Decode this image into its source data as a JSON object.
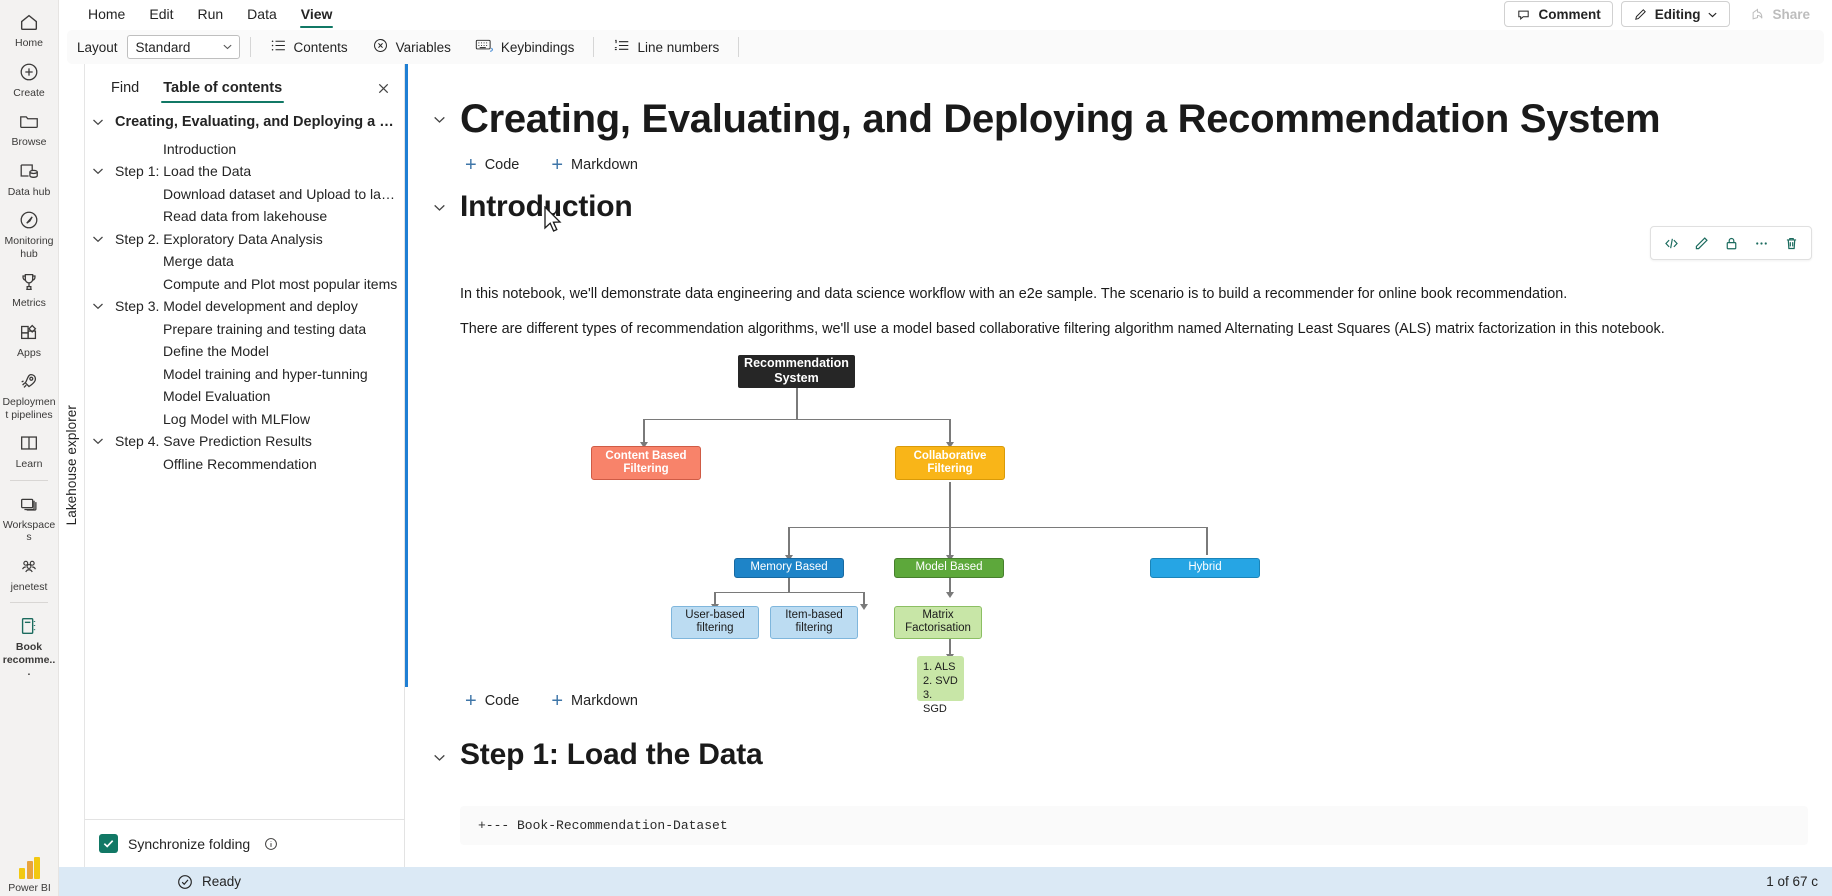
{
  "rail": {
    "items": [
      {
        "label": "Home",
        "icon": "home-icon"
      },
      {
        "label": "Create",
        "icon": "plus-circle-icon"
      },
      {
        "label": "Browse",
        "icon": "folder-icon"
      },
      {
        "label": "Data hub",
        "icon": "database-icon"
      },
      {
        "label": "Monitoring hub",
        "icon": "compass-icon"
      },
      {
        "label": "Metrics",
        "icon": "trophy-icon"
      },
      {
        "label": "Apps",
        "icon": "apps-grid-icon"
      },
      {
        "label": "Deployment pipelines",
        "icon": "rocket-icon"
      },
      {
        "label": "Learn",
        "icon": "book-open-icon"
      },
      {
        "label": "Workspaces",
        "icon": "layers-icon"
      },
      {
        "label": "jenetest",
        "icon": "people-icon"
      },
      {
        "label": "Book recomme...",
        "icon": "notebook-icon"
      }
    ],
    "footer_label": "Power BI"
  },
  "ribbon": {
    "tabs": [
      {
        "label": "Home",
        "active": false
      },
      {
        "label": "Edit",
        "active": false
      },
      {
        "label": "Run",
        "active": false
      },
      {
        "label": "Data",
        "active": false
      },
      {
        "label": "View",
        "active": true
      }
    ],
    "comment_label": "Comment",
    "editing_label": "Editing",
    "share_label": "Share"
  },
  "toolbar": {
    "layout_label": "Layout",
    "layout_value": "Standard",
    "contents_label": "Contents",
    "variables_label": "Variables",
    "keybindings_label": "Keybindings",
    "line_numbers_label": "Line numbers"
  },
  "lakehouse_strip": {
    "label": "Lakehouse explorer"
  },
  "toc": {
    "tabs": [
      {
        "label": "Find",
        "active": false
      },
      {
        "label": "Table of contents",
        "active": true
      }
    ],
    "items": [
      {
        "label": "Creating, Evaluating, and Deploying a Recommendation System",
        "level": 0,
        "chevron": true
      },
      {
        "label": "Introduction",
        "level": 2,
        "chevron": false
      },
      {
        "label": "Step 1: Load the Data",
        "level": 1,
        "chevron": true
      },
      {
        "label": "Download dataset and Upload to lakeh...",
        "level": 2,
        "chevron": false
      },
      {
        "label": "Read data from lakehouse",
        "level": 2,
        "chevron": false
      },
      {
        "label": "Step 2. Exploratory Data Analysis",
        "level": 1,
        "chevron": true
      },
      {
        "label": "Merge data",
        "level": 2,
        "chevron": false
      },
      {
        "label": "Compute and Plot most popular items",
        "level": 2,
        "chevron": false
      },
      {
        "label": "Step 3. Model development and deploy",
        "level": 1,
        "chevron": true
      },
      {
        "label": "Prepare training and testing data",
        "level": 2,
        "chevron": false
      },
      {
        "label": "Define the Model",
        "level": 2,
        "chevron": false
      },
      {
        "label": "Model training and hyper-tunning",
        "level": 2,
        "chevron": false
      },
      {
        "label": "Model Evaluation",
        "level": 2,
        "chevron": false
      },
      {
        "label": "Log Model with MLFlow",
        "level": 2,
        "chevron": false
      },
      {
        "label": "Step 4. Save Prediction Results",
        "level": 1,
        "chevron": true
      },
      {
        "label": "Offline Recommendation",
        "level": 2,
        "chevron": false
      }
    ],
    "sync_folding_label": "Synchronize folding"
  },
  "notebook": {
    "title": "Creating, Evaluating, and Deploying a Recommendation System",
    "add_code_label": "Code",
    "add_markdown_label": "Markdown",
    "intro_heading": "Introduction",
    "para1": "In this notebook, we'll demonstrate data engineering and data science workflow with an e2e sample. The scenario is to build a recommender for online book recommendation.",
    "para2": "There are different types of recommendation algorithms, we'll use a model based collaborative filtering algorithm named Alternating Least Squares (ALS) matrix factorization in this notebook.",
    "step1_heading": "Step 1: Load the Data",
    "code_snippet": "+--- Book-Recommendation-Dataset",
    "cell_tools": [
      {
        "name": "code-view-icon",
        "glyph": "</>"
      },
      {
        "name": "edit-pencil-icon",
        "glyph": "pencil"
      },
      {
        "name": "lock-icon",
        "glyph": "lock"
      },
      {
        "name": "more-options-icon",
        "glyph": "..."
      },
      {
        "name": "delete-icon",
        "glyph": "trash"
      }
    ]
  },
  "diagram": {
    "root": "Recommendation System",
    "content_based": "Content Based Filtering",
    "collaborative": "Collaborative Filtering",
    "memory_based": "Memory Based",
    "model_based": "Model Based",
    "hybrid": "Hybrid",
    "user_based": "User-based filtering",
    "item_based": "Item-based filtering",
    "matrix_factorisation": "Matrix Factorisation",
    "algos": "1. ALS\n2. SVD\n3. SGD",
    "algo_list": [
      "1. ALS",
      "2. SVD",
      "3. SGD"
    ]
  },
  "status": {
    "ready_label": "Ready",
    "page_indicator": "1 of 67 c"
  },
  "colors": {
    "accent_teal": "#117865",
    "active_cell_blue": "#1f7fd4",
    "status_bg": "#dbe9f5"
  }
}
